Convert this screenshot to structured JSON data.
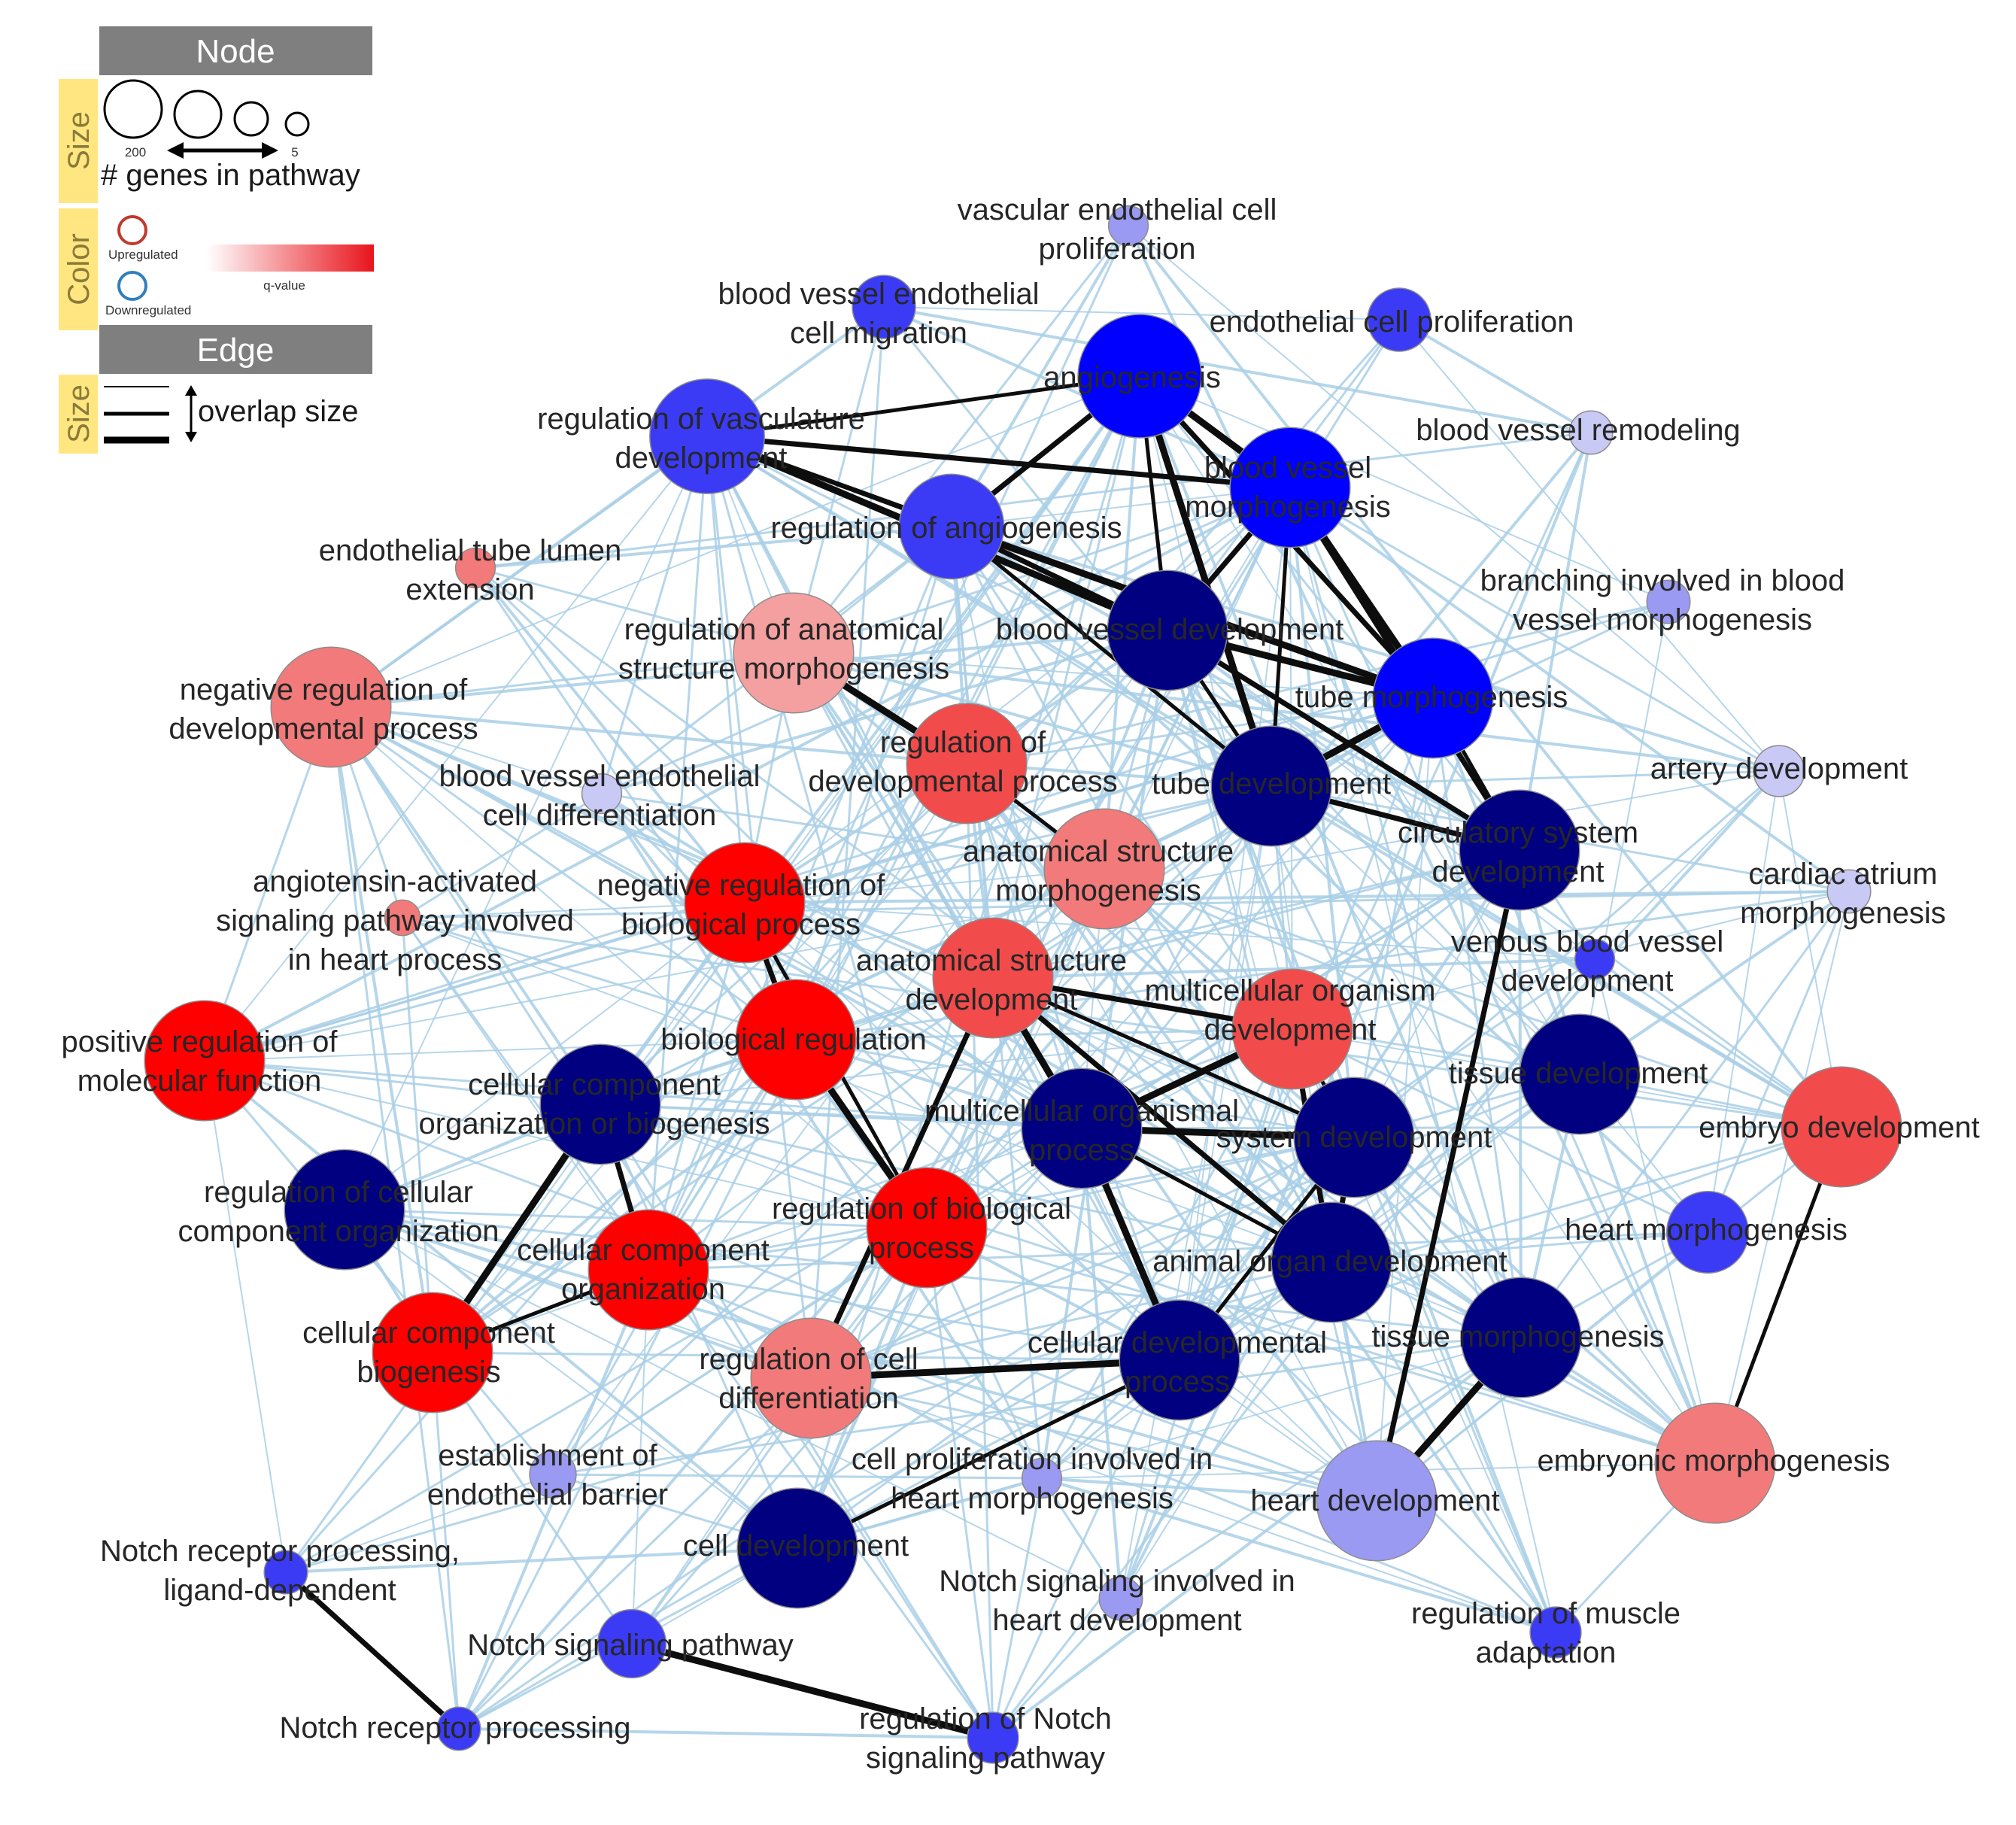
{
  "legend": {
    "node_header": "Node",
    "size_label": "Size",
    "size_max": "200",
    "size_min": "5",
    "size_caption": "# genes in pathway",
    "color_label": "Color",
    "upregulated": "Upregulated",
    "downregulated": "Downregulated",
    "qvalue": "q-value",
    "edge_header": "Edge",
    "edge_size_label": "Size",
    "overlap": "overlap size",
    "colors": {
      "header_bg": "#7f7f7f",
      "side_bg": "#ffe680",
      "up_ring": "#c0392b",
      "down_ring": "#2f7fbf",
      "gradient_start": "#ffffff",
      "gradient_end": "#e8141c"
    }
  },
  "colors": {
    "edge_light": "#a9cfe6",
    "edge_dark": "#0d0d0d",
    "red": "#ff0000",
    "red_medium": "#f24b4b",
    "salmon": "#f27a7a",
    "pink": "#f5a0a0",
    "navy": "#000080",
    "blue": "#0000ff",
    "blue_medium": "#3b3bf5",
    "lavender": "#9a9af2",
    "pale_lavender": "#c9c9f5"
  },
  "nodes": [
    {
      "id": "vecp",
      "lines": [
        "vascular endothelial cell",
        "proliferation"
      ],
      "color": "lavender",
      "genes": 8
    },
    {
      "id": "bvecm",
      "lines": [
        "blood vessel endothelial",
        "cell migration"
      ],
      "color": "blue_medium",
      "genes": 25
    },
    {
      "id": "epro",
      "lines": [
        "endothelial cell proliferation"
      ],
      "color": "blue_medium",
      "genes": 25
    },
    {
      "id": "angio",
      "lines": [
        "angiogenesis"
      ],
      "color": "blue",
      "genes": 170
    },
    {
      "id": "rvd",
      "lines": [
        "regulation of vasculature",
        "development"
      ],
      "color": "blue_medium",
      "genes": 95
    },
    {
      "id": "bvr",
      "lines": [
        "blood vessel remodeling"
      ],
      "color": "pale_lavender",
      "genes": 10
    },
    {
      "id": "bvm",
      "lines": [
        "blood vessel",
        "morphogenesis"
      ],
      "color": "blue",
      "genes": 105
    },
    {
      "id": "rang",
      "lines": [
        "regulation of angiogenesis"
      ],
      "color": "blue_medium",
      "genes": 78
    },
    {
      "id": "etle",
      "lines": [
        "endothelial tube lumen",
        "extension"
      ],
      "color": "salmon",
      "genes": 8
    },
    {
      "id": "bibvm",
      "lines": [
        "branching involved in blood",
        "vessel morphogenesis"
      ],
      "color": "lavender",
      "genes": 10
    },
    {
      "id": "rasm",
      "lines": [
        "regulation of anatomical",
        "structure morphogenesis"
      ],
      "color": "pink",
      "genes": 105
    },
    {
      "id": "bvd",
      "lines": [
        "blood vessel development"
      ],
      "color": "navy",
      "genes": 105
    },
    {
      "id": "nrdp",
      "lines": [
        "negative regulation of",
        "developmental process"
      ],
      "color": "salmon",
      "genes": 105
    },
    {
      "id": "tmorph",
      "lines": [
        "tube morphogenesis"
      ],
      "color": "blue",
      "genes": 105
    },
    {
      "id": "rdp",
      "lines": [
        "regulation of",
        "developmental process"
      ],
      "color": "red_medium",
      "genes": 105
    },
    {
      "id": "tdev",
      "lines": [
        "tube development"
      ],
      "color": "navy",
      "genes": 105
    },
    {
      "id": "bvecd",
      "lines": [
        "blood vessel endothelial",
        "cell differentiation"
      ],
      "color": "pale_lavender",
      "genes": 8
    },
    {
      "id": "adev",
      "lines": [
        "artery development"
      ],
      "color": "pale_lavender",
      "genes": 15
    },
    {
      "id": "asm",
      "lines": [
        "anatomical structure",
        "morphogenesis"
      ],
      "color": "salmon",
      "genes": 105
    },
    {
      "id": "csd",
      "lines": [
        "circulatory system",
        "development"
      ],
      "color": "navy",
      "genes": 105
    },
    {
      "id": "aasp",
      "lines": [
        "angiotensin-activated",
        "signaling pathway involved",
        "in heart process"
      ],
      "color": "salmon",
      "genes": 6
    },
    {
      "id": "nrbp",
      "lines": [
        "negative regulation of",
        "biological process"
      ],
      "color": "red",
      "genes": 105
    },
    {
      "id": "cam",
      "lines": [
        "cardiac atrium",
        "morphogenesis"
      ],
      "color": "pale_lavender",
      "genes": 10
    },
    {
      "id": "vbvd",
      "lines": [
        "venous blood vessel",
        "development"
      ],
      "color": "blue_medium",
      "genes": 8
    },
    {
      "id": "asd",
      "lines": [
        "anatomical structure",
        "development"
      ],
      "color": "red_medium",
      "genes": 105
    },
    {
      "id": "mod",
      "lines": [
        "multicellular organism",
        "development"
      ],
      "color": "red_medium",
      "genes": 105
    },
    {
      "id": "prmf",
      "lines": [
        "positive regulation of",
        "molecular function"
      ],
      "color": "red",
      "genes": 105
    },
    {
      "id": "breg",
      "lines": [
        "biological regulation"
      ],
      "color": "red",
      "genes": 105
    },
    {
      "id": "tisdev",
      "lines": [
        "tissue development"
      ],
      "color": "navy",
      "genes": 105
    },
    {
      "id": "ccob",
      "lines": [
        "cellular component",
        "organization or biogenesis"
      ],
      "color": "navy",
      "genes": 105
    },
    {
      "id": "mop",
      "lines": [
        "multicellular organismal",
        "process"
      ],
      "color": "navy",
      "genes": 105
    },
    {
      "id": "sysdev",
      "lines": [
        "system development"
      ],
      "color": "navy",
      "genes": 105
    },
    {
      "id": "embdev",
      "lines": [
        "embryo development"
      ],
      "color": "red_medium",
      "genes": 105
    },
    {
      "id": "rcco",
      "lines": [
        "regulation of cellular",
        "component organization"
      ],
      "color": "navy",
      "genes": 105
    },
    {
      "id": "rbp",
      "lines": [
        "regulation of biological",
        "process"
      ],
      "color": "red",
      "genes": 105
    },
    {
      "id": "hmorph",
      "lines": [
        "heart morphogenesis"
      ],
      "color": "blue_medium",
      "genes": 45
    },
    {
      "id": "cco",
      "lines": [
        "cellular component",
        "organization"
      ],
      "color": "red",
      "genes": 105
    },
    {
      "id": "aod",
      "lines": [
        "animal organ development"
      ],
      "color": "navy",
      "genes": 105
    },
    {
      "id": "ccb",
      "lines": [
        "cellular component",
        "biogenesis"
      ],
      "color": "red",
      "genes": 105
    },
    {
      "id": "tismorph",
      "lines": [
        "tissue morphogenesis"
      ],
      "color": "navy",
      "genes": 105
    },
    {
      "id": "rcd",
      "lines": [
        "regulation of cell",
        "differentiation"
      ],
      "color": "salmon",
      "genes": 105
    },
    {
      "id": "cdp",
      "lines": [
        "cellular developmental",
        "process"
      ],
      "color": "navy",
      "genes": 105
    },
    {
      "id": "eoeb",
      "lines": [
        "establishment of",
        "endothelial barrier"
      ],
      "color": "lavender",
      "genes": 12
    },
    {
      "id": "cpihm",
      "lines": [
        "cell proliferation involved in",
        "heart morphogenesis"
      ],
      "color": "lavender",
      "genes": 8
    },
    {
      "id": "embmorph",
      "lines": [
        "embryonic morphogenesis"
      ],
      "color": "salmon",
      "genes": 105
    },
    {
      "id": "hdev",
      "lines": [
        "heart development"
      ],
      "color": "lavender",
      "genes": 105
    },
    {
      "id": "celldev",
      "lines": [
        "cell development"
      ],
      "color": "navy",
      "genes": 105
    },
    {
      "id": "nrpld",
      "lines": [
        "Notch receptor processing,",
        "ligand-dependent"
      ],
      "color": "blue_medium",
      "genes": 10
    },
    {
      "id": "nsihd",
      "lines": [
        "Notch signaling involved in",
        "heart development"
      ],
      "color": "lavender",
      "genes": 10
    },
    {
      "id": "rma",
      "lines": [
        "regulation of muscle",
        "adaptation"
      ],
      "color": "blue_medium",
      "genes": 15
    },
    {
      "id": "nsp",
      "lines": [
        "Notch signaling pathway"
      ],
      "color": "blue_medium",
      "genes": 30
    },
    {
      "id": "nrp",
      "lines": [
        "Notch receptor processing"
      ],
      "color": "blue_medium",
      "genes": 10
    },
    {
      "id": "rnsp",
      "lines": [
        "regulation of Notch",
        "signaling pathway"
      ],
      "color": "blue_medium",
      "genes": 15
    }
  ],
  "edges_dark": [
    [
      "angio",
      "rvd"
    ],
    [
      "angio",
      "rang"
    ],
    [
      "angio",
      "bvm"
    ],
    [
      "angio",
      "bvd"
    ],
    [
      "angio",
      "tmorph"
    ],
    [
      "angio",
      "tdev"
    ],
    [
      "rvd",
      "rang"
    ],
    [
      "rvd",
      "bvm"
    ],
    [
      "rvd",
      "bvd"
    ],
    [
      "rvd",
      "tmorph"
    ],
    [
      "rang",
      "bvd"
    ],
    [
      "rang",
      "tmorph"
    ],
    [
      "rang",
      "tdev"
    ],
    [
      "bvm",
      "bvd"
    ],
    [
      "bvm",
      "tmorph"
    ],
    [
      "bvm",
      "tdev"
    ],
    [
      "bvm",
      "csd"
    ],
    [
      "bvd",
      "tmorph"
    ],
    [
      "bvd",
      "tdev"
    ],
    [
      "bvd",
      "csd"
    ],
    [
      "tmorph",
      "tdev"
    ],
    [
      "tmorph",
      "csd"
    ],
    [
      "tdev",
      "csd"
    ],
    [
      "rasm",
      "rdp"
    ],
    [
      "rdp",
      "asm"
    ],
    [
      "nrbp",
      "breg"
    ],
    [
      "breg",
      "rbp"
    ],
    [
      "nrbp",
      "rbp"
    ],
    [
      "asd",
      "mod"
    ],
    [
      "asd",
      "mop"
    ],
    [
      "asd",
      "sysdev"
    ],
    [
      "asd",
      "aod"
    ],
    [
      "mod",
      "mop"
    ],
    [
      "mod",
      "sysdev"
    ],
    [
      "mod",
      "aod"
    ],
    [
      "mop",
      "sysdev"
    ],
    [
      "mop",
      "aod"
    ],
    [
      "sysdev",
      "aod"
    ],
    [
      "mop",
      "cdp"
    ],
    [
      "sysdev",
      "cdp"
    ],
    [
      "ccob",
      "cco"
    ],
    [
      "ccob",
      "ccb"
    ],
    [
      "cco",
      "ccb"
    ],
    [
      "rcd",
      "asd"
    ],
    [
      "rcd",
      "cdp"
    ],
    [
      "cdp",
      "celldev"
    ],
    [
      "csd",
      "hdev"
    ],
    [
      "hdev",
      "tismorph"
    ],
    [
      "embdev",
      "embmorph"
    ],
    [
      "nrpld",
      "nrp"
    ],
    [
      "nsp",
      "rnsp"
    ]
  ]
}
